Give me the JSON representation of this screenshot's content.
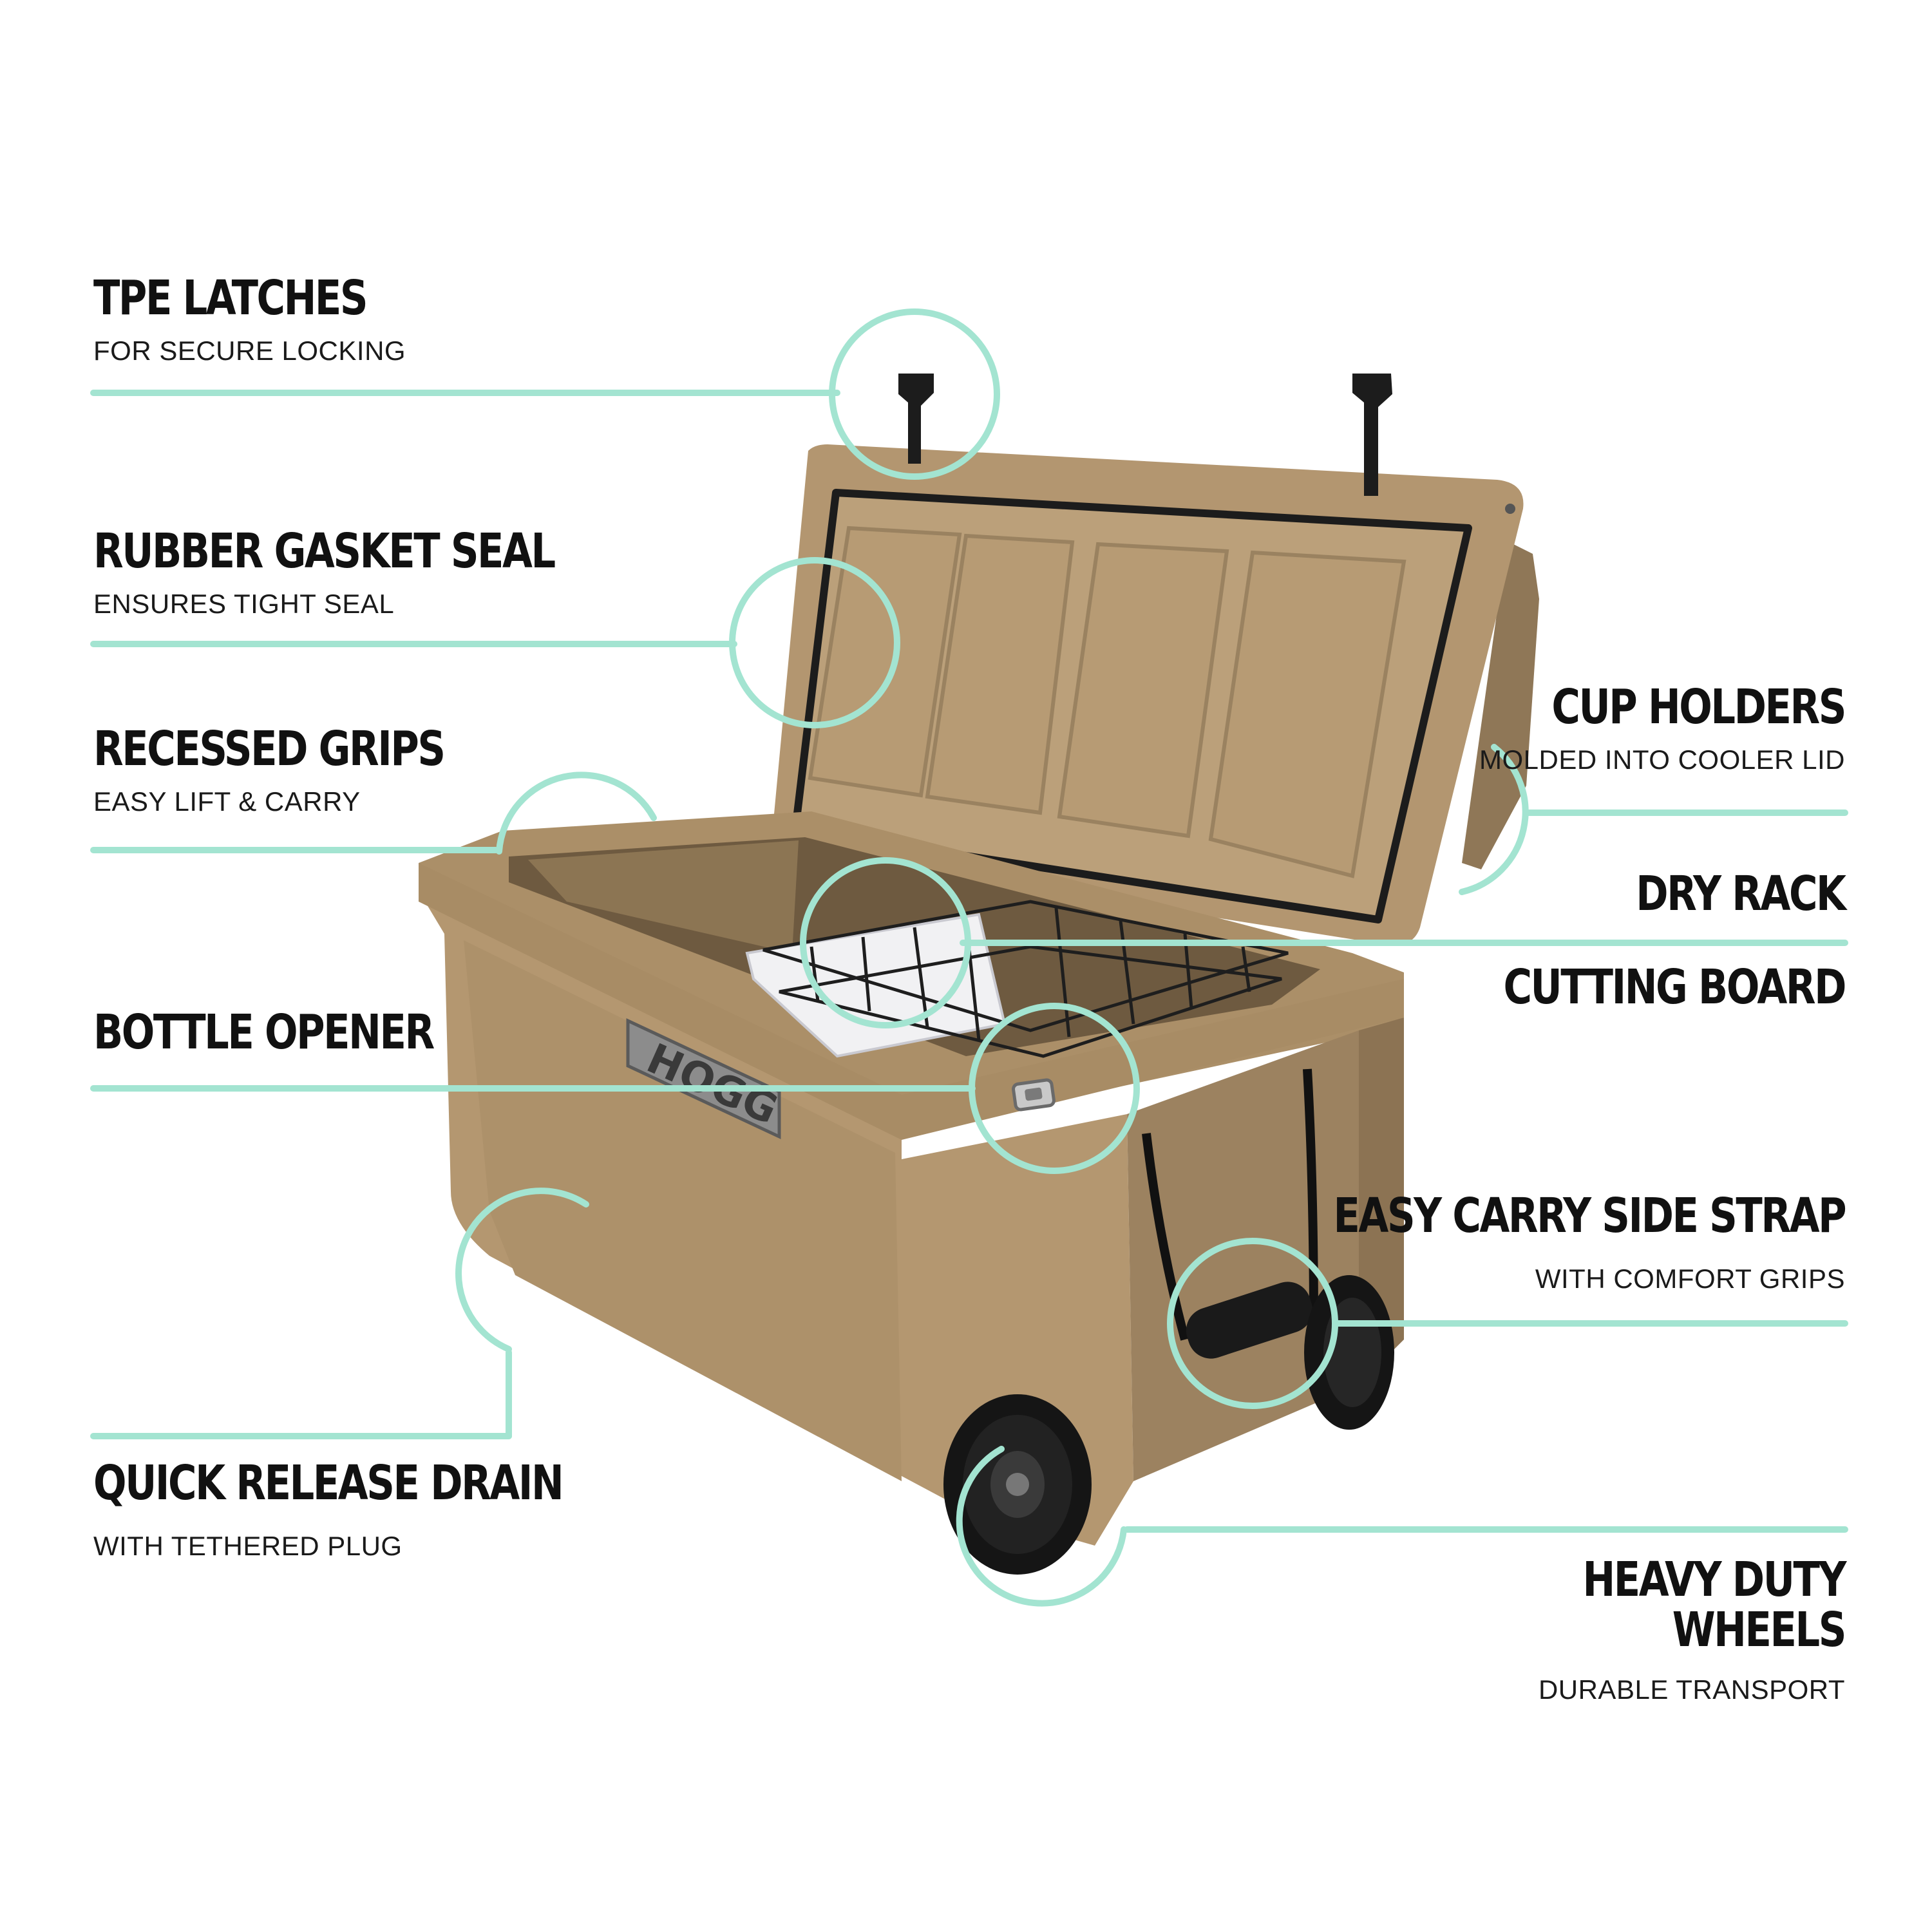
{
  "accent_color": "#a3e4d1",
  "cooler_color": "#b2966d",
  "brand": {
    "logo_text": "HOGG"
  },
  "features": {
    "tpe_latches": {
      "title": "TPE LATCHES",
      "subtitle": "FOR SECURE LOCKING"
    },
    "gasket": {
      "title": "RUBBER GASKET SEAL",
      "subtitle": "ENSURES TIGHT SEAL"
    },
    "grips": {
      "title": "RECESSED GRIPS",
      "subtitle": "EASY LIFT & CARRY"
    },
    "opener": {
      "title": "BOTTLE OPENER"
    },
    "drain": {
      "title": "QUICK RELEASE DRAIN",
      "subtitle": "WITH TETHERED PLUG"
    },
    "cup_holders": {
      "title": "CUP HOLDERS",
      "subtitle": "MOLDED INTO COOLER LID"
    },
    "dry_rack": {
      "title": "DRY RACK"
    },
    "cutting_board": {
      "title": "CUTTING BOARD"
    },
    "side_strap": {
      "title": "EASY CARRY SIDE STRAP",
      "subtitle": "WITH COMFORT GRIPS"
    },
    "wheels": {
      "title_line1": "HEAVY DUTY",
      "title_line2": "WHEELS",
      "subtitle": "DURABLE TRANSPORT"
    }
  }
}
